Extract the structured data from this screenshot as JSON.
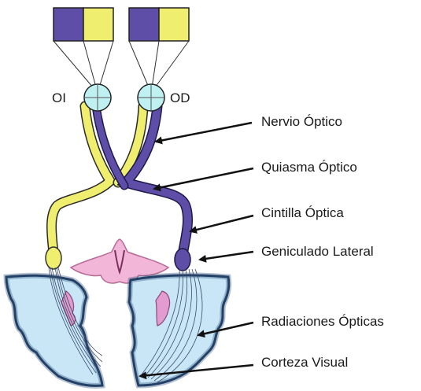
{
  "eyes": {
    "left": "OI",
    "right": "OD"
  },
  "labels": {
    "optic_nerve": "Nervio Óptico",
    "optic_chiasm": "Quiasma Óptico",
    "optic_tract": "Cintilla Óptica",
    "lateral_geniculate": "Geniculado Lateral",
    "optic_radiations": "Radiaciones Ópticas",
    "visual_cortex": "Corteza Visual"
  },
  "colors": {
    "visual_field_left": "#5e4ea8",
    "visual_field_right": "#f0ee6e",
    "eye": "#bff0f2",
    "left_pathway": "#f0ee6e",
    "right_pathway": "#5e4ea8",
    "cortex_fill": "#c9e6f6",
    "cortex_edge": "#1f3a5c",
    "thalamus": "#f2b6d8"
  }
}
